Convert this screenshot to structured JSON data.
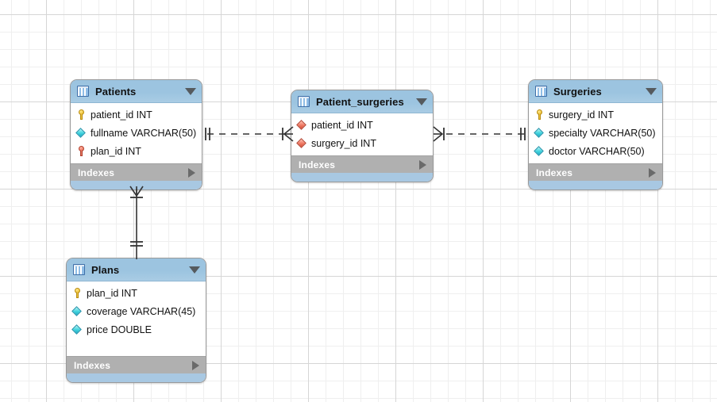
{
  "canvas": {
    "background": "#ffffff",
    "grid_minor_color": "#efefef",
    "grid_major_color": "#d6d6d6",
    "header_color": "#9fc6e2",
    "indexes_bar_color": "#b0b0b0",
    "footer_strip_color": "#a8c8e2"
  },
  "tables": [
    {
      "name": "Patients",
      "icon": "table-icon",
      "caret": "chevron-down-icon",
      "columns": [
        {
          "icon": "primary-key-icon",
          "label": "patient_id INT"
        },
        {
          "icon": "column-icon",
          "label": "fullname VARCHAR(50)"
        },
        {
          "icon": "foreign-key-icon",
          "label": "plan_id INT"
        }
      ],
      "indexes_label": "Indexes",
      "indexes_caret": "chevron-right-icon"
    },
    {
      "name": "Patient_surgeries",
      "icon": "table-icon",
      "caret": "chevron-down-icon",
      "columns": [
        {
          "icon": "foreign-key-column-icon",
          "label": "patient_id INT"
        },
        {
          "icon": "foreign-key-column-icon",
          "label": "surgery_id INT"
        }
      ],
      "indexes_label": "Indexes",
      "indexes_caret": "chevron-right-icon"
    },
    {
      "name": "Surgeries",
      "icon": "table-icon",
      "caret": "chevron-down-icon",
      "columns": [
        {
          "icon": "primary-key-icon",
          "label": "surgery_id INT"
        },
        {
          "icon": "column-icon",
          "label": "specialty VARCHAR(50)"
        },
        {
          "icon": "column-icon",
          "label": "doctor VARCHAR(50)"
        }
      ],
      "indexes_label": "Indexes",
      "indexes_caret": "chevron-right-icon"
    },
    {
      "name": "Plans",
      "icon": "table-icon",
      "caret": "chevron-down-icon",
      "columns": [
        {
          "icon": "primary-key-icon",
          "label": "plan_id INT"
        },
        {
          "icon": "column-icon",
          "label": "coverage VARCHAR(45)"
        },
        {
          "icon": "column-icon",
          "label": "price DOUBLE"
        }
      ],
      "indexes_label": "Indexes",
      "indexes_caret": "chevron-right-icon"
    }
  ],
  "relationships": [
    {
      "id": "patients-to-patient_surgeries",
      "from": "Patients",
      "to": "Patient_surgeries",
      "style": "dashed",
      "from_cardinality": "one-and-only-one",
      "to_cardinality": "zero-or-many"
    },
    {
      "id": "surgeries-to-patient_surgeries",
      "from": "Patient_surgeries",
      "to": "Surgeries",
      "style": "dashed",
      "from_cardinality": "zero-or-many",
      "to_cardinality": "one-and-only-one"
    },
    {
      "id": "plans-to-patients",
      "from": "Plans",
      "to": "Patients",
      "style": "solid",
      "from_cardinality": "one-and-only-one",
      "to_cardinality": "zero-or-many"
    }
  ]
}
